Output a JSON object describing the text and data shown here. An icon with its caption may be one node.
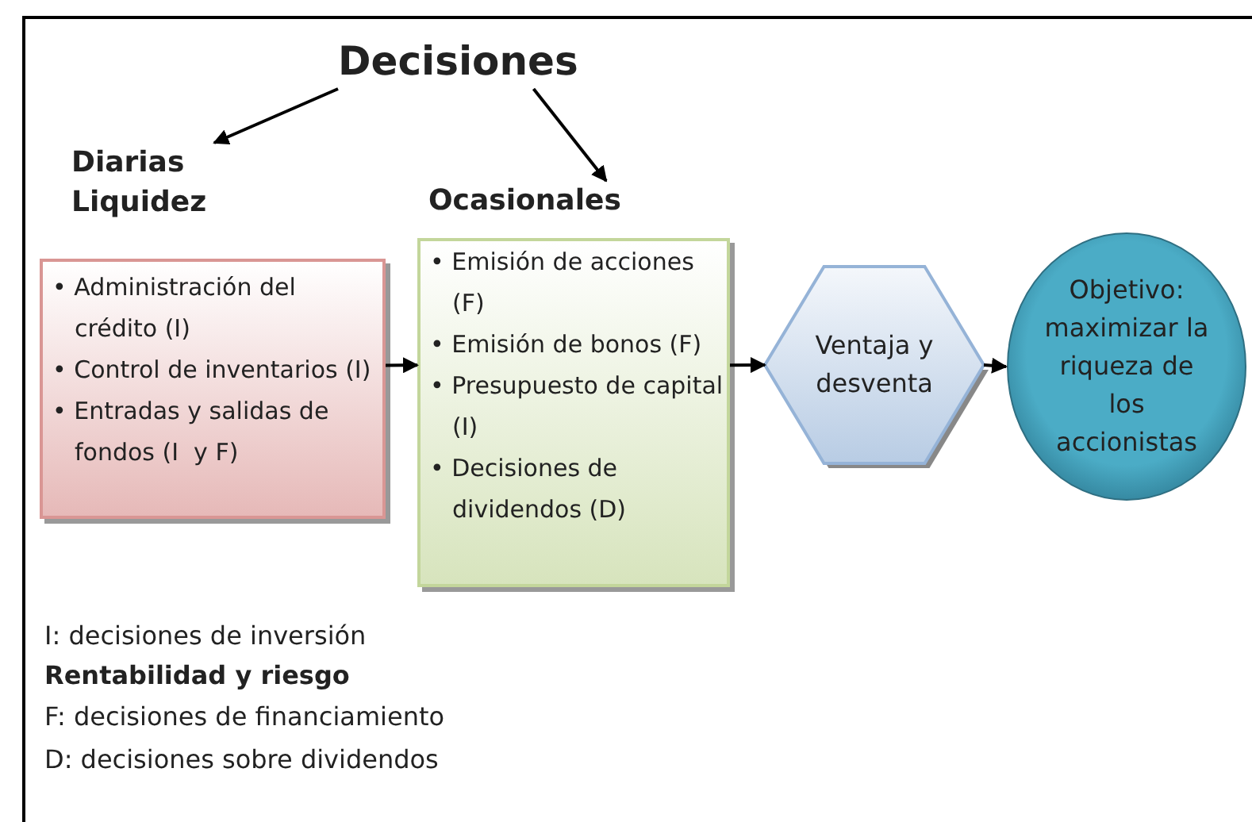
{
  "diagram": {
    "nodes": [
      {
        "text": [
          "Decisiones"
        ]
      },
      {
        "text": [
          "Diarias Liquidez"
        ]
      },
      {
        "text": [
          "Ocasionales"
        ]
      },
      {
        "text": [
          "• Administración del crédito (I)",
          "• Control de inventarios (I)",
          "• Entradas y salidas de fondos (I  y F)"
        ]
      },
      {
        "text": [
          "• Emisión de acciones (F)",
          "• Emisión de bonos (F)",
          "• Presupuesto de capital (I)",
          "• Decisiones de dividendos (D)"
        ]
      },
      {
        "text": [
          "Ventaja y desventa"
        ]
      },
      {
        "text": [
          "Objetivo: maximizar la riqueza de los accionistas"
        ]
      }
    ],
    "edges": [
      {
        "from": 0,
        "to": 1,
        "arrow": "to"
      },
      {
        "from": 0,
        "to": 2,
        "arrow": "to"
      },
      {
        "from": 3,
        "to": 4,
        "arrow": "to"
      },
      {
        "from": 4,
        "to": 5,
        "arrow": "to"
      },
      {
        "from": 5,
        "to": 6,
        "arrow": "to"
      }
    ],
    "labels": [
      "I: decisiones de inversión",
      "Rentabilidad y riesgo",
      "F: decisiones de financiamiento",
      "D: decisiones sobre dividendos"
    ]
  }
}
